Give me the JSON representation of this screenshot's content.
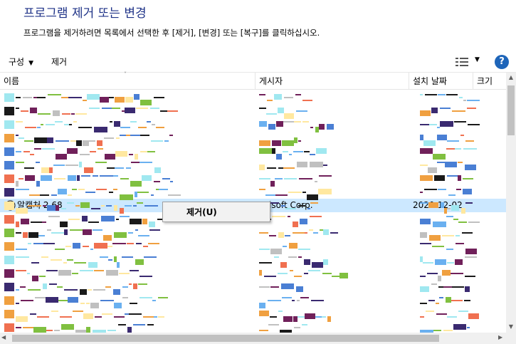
{
  "page": {
    "title": "프로그램 제거 또는 변경",
    "description": "프로그램을 제거하려면 목록에서 선택한 후 [제거], [변경] 또는 [복구]를 클릭하십시오."
  },
  "toolbar": {
    "organize_label": "구성",
    "organize_caret": "▼",
    "remove_label": "제거",
    "view_caret": "▼",
    "help_label": "?"
  },
  "columns": {
    "name": "이름",
    "publisher": "게시자",
    "install_date": "설치 날짜",
    "size": "크기",
    "sort_indicator": "˅"
  },
  "selected_row": {
    "name": "알캡처 2.68",
    "publisher": "lsoft Corp.",
    "install_date": "2020-12-02"
  },
  "context_menu": {
    "remove_label": "제거(U)"
  },
  "scrollbars": {
    "up": "▲",
    "down": "▼",
    "left": "◀",
    "right": "▶"
  },
  "colors": {
    "title": "#1e3287",
    "selection": "#cce8ff",
    "help": "#1e65b9"
  }
}
